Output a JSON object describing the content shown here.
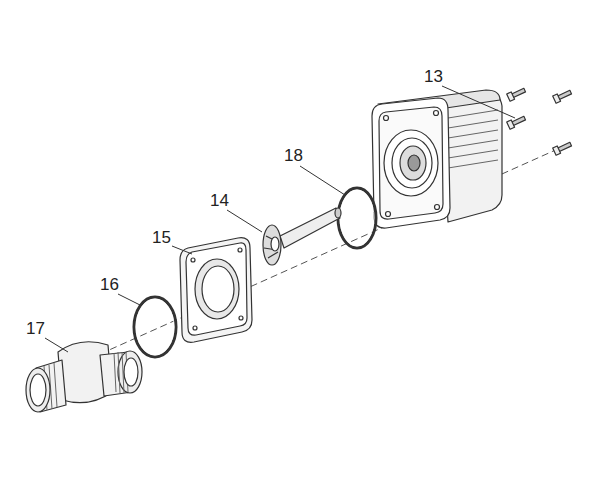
{
  "diagram": {
    "labels": [
      "13",
      "18",
      "14",
      "15",
      "16",
      "17"
    ]
  }
}
